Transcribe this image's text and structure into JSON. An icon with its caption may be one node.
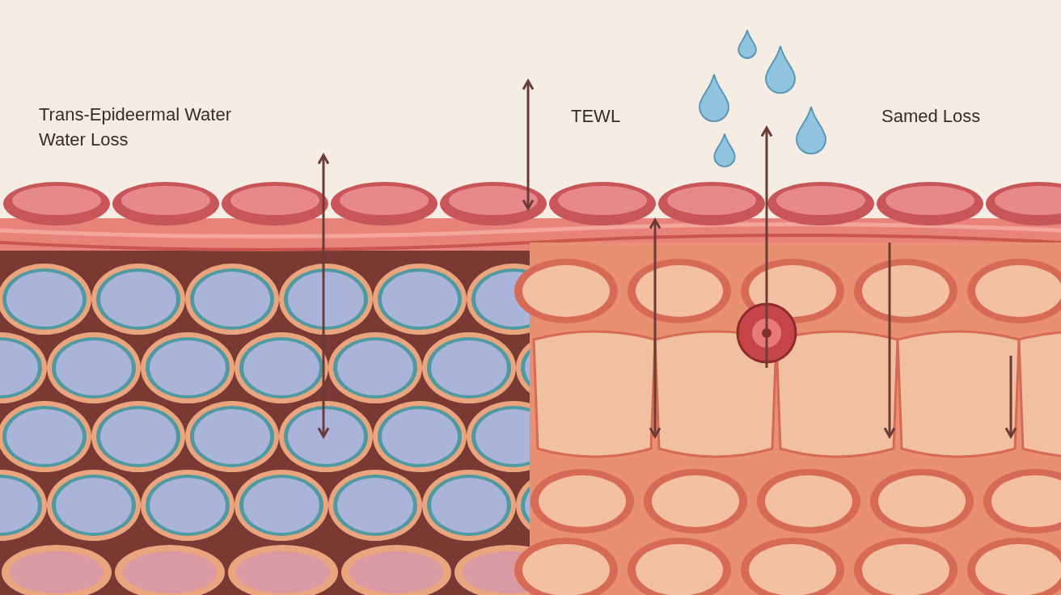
{
  "diagram": {
    "labels": [
      "Trans-Epideermal Water Water Loss",
      "TEWL",
      "Samed Loss"
    ]
  }
}
